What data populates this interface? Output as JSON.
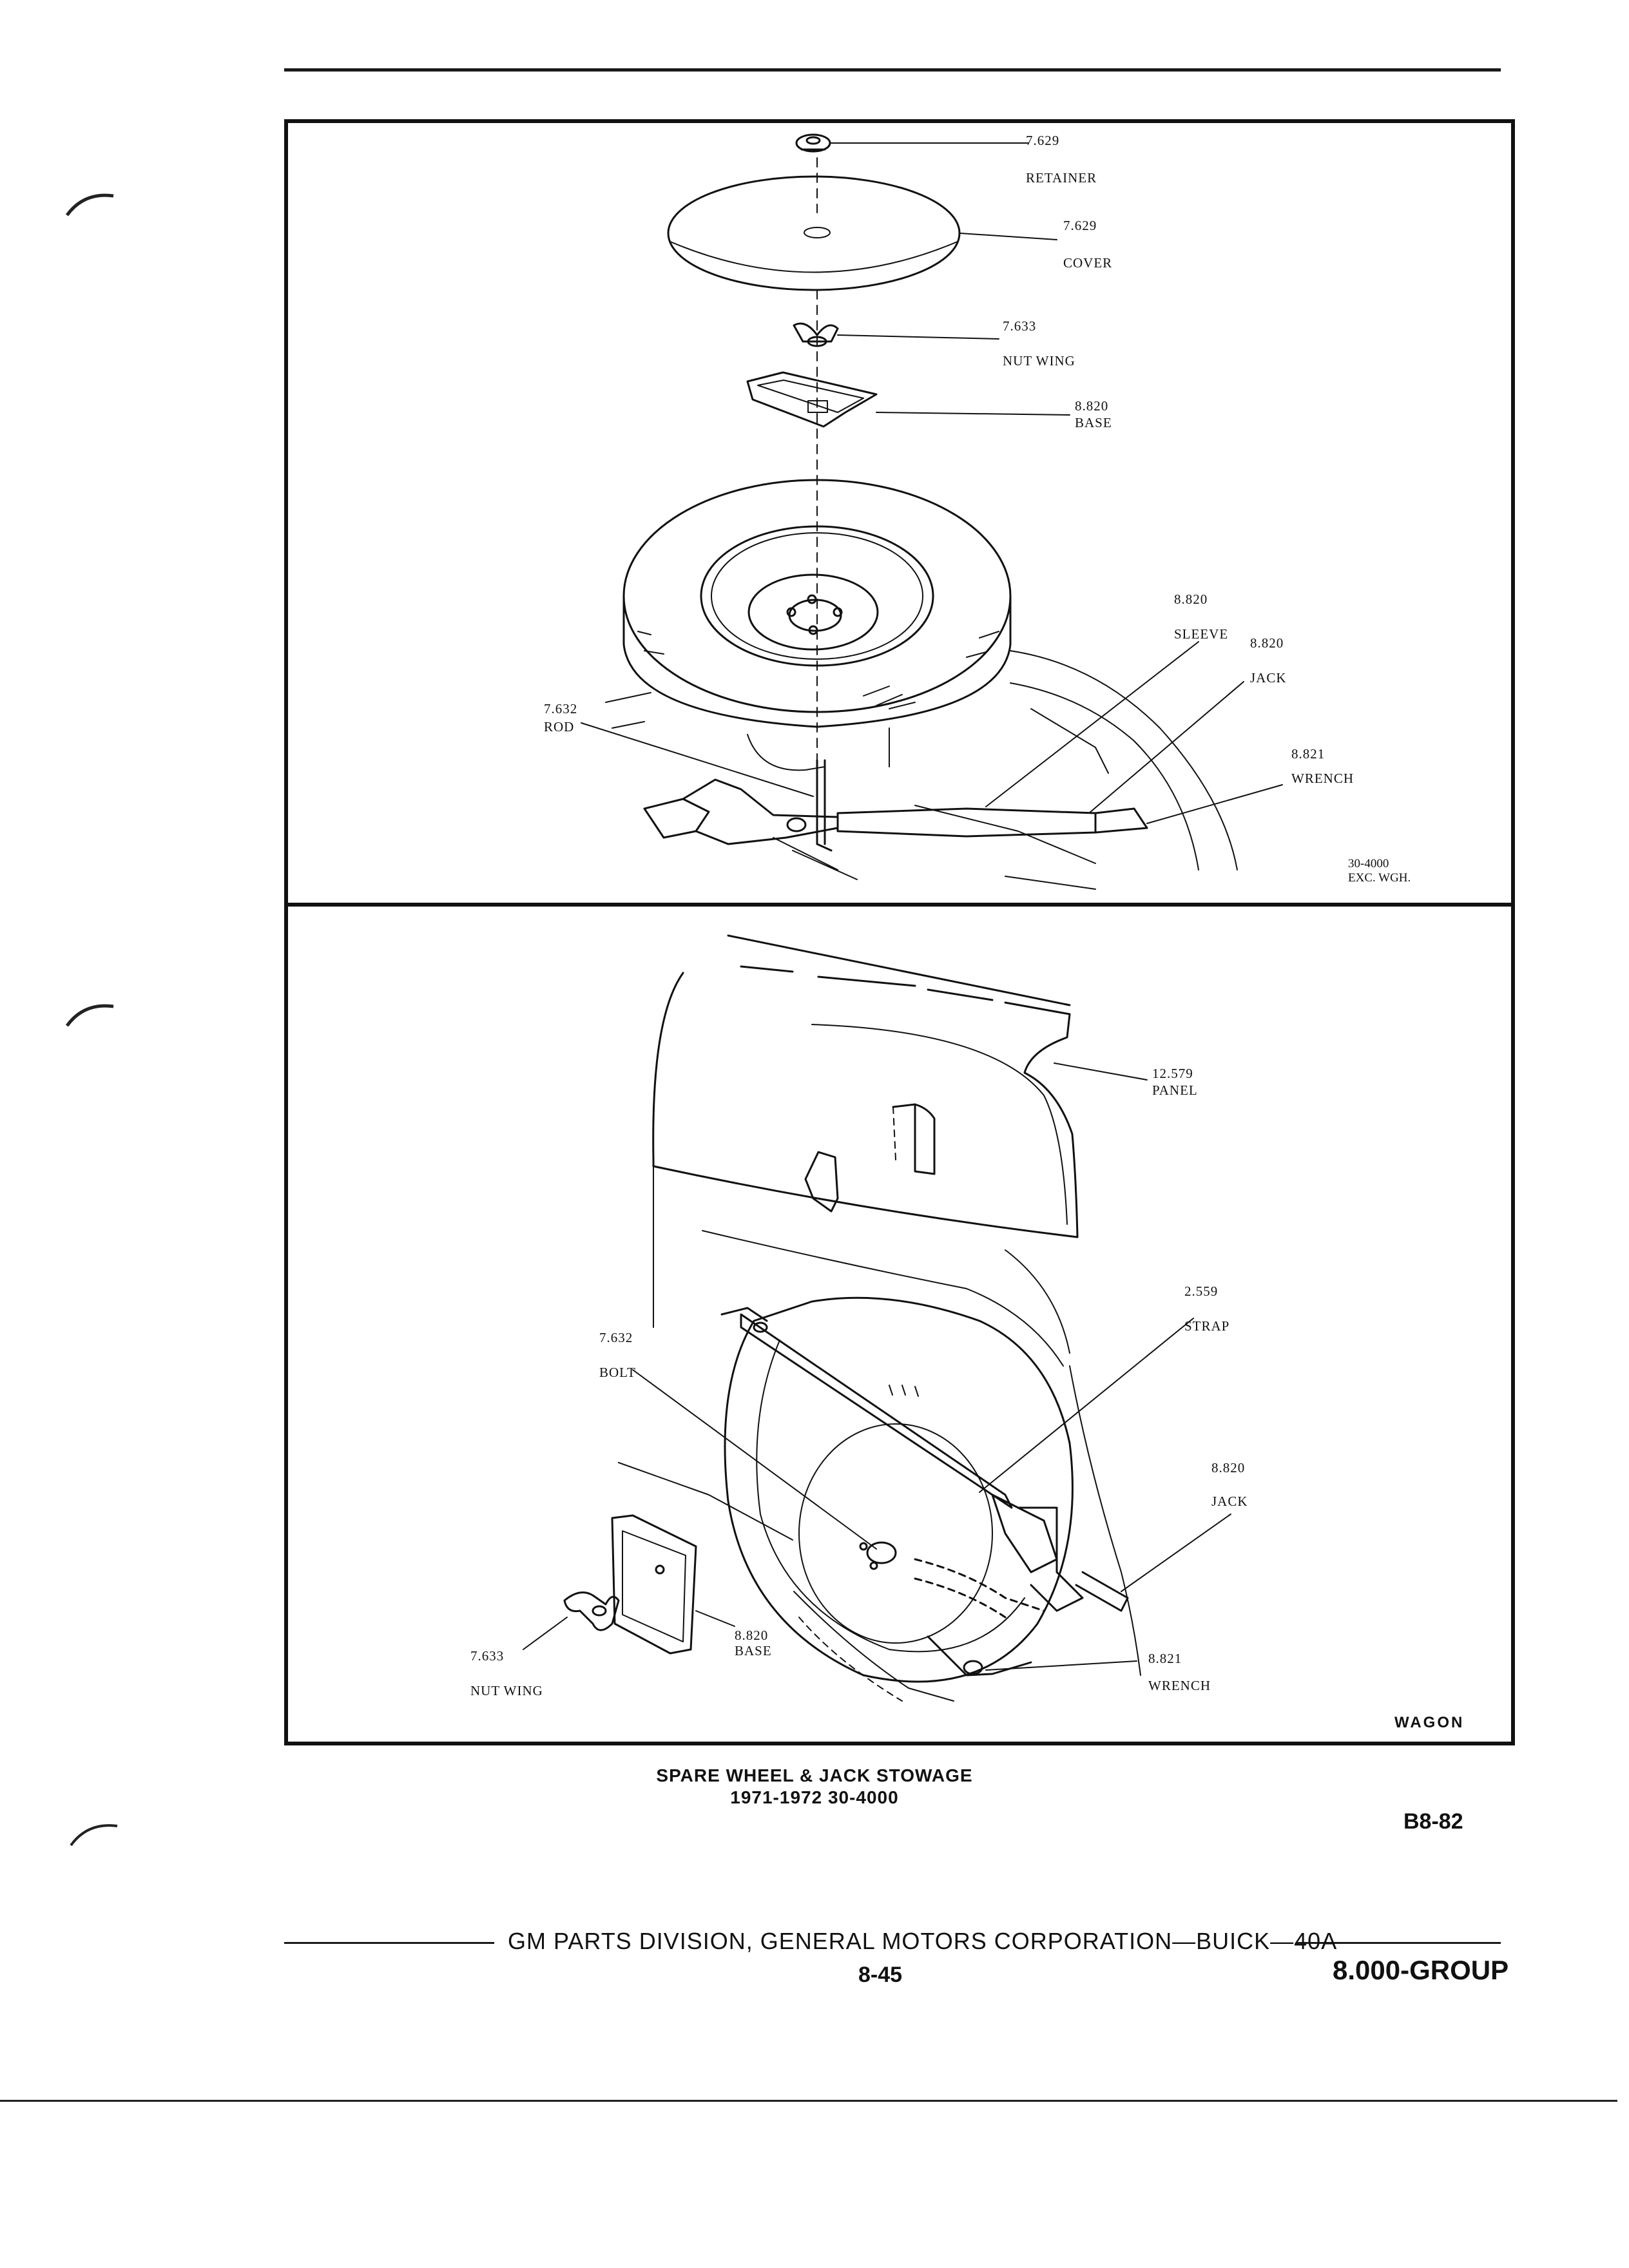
{
  "upper_diagram": {
    "callouts": {
      "retainer": {
        "number": "7.629",
        "name": "RETAINER"
      },
      "cover": {
        "number": "7.629",
        "name": "COVER"
      },
      "nut_wing": {
        "number": "7.633",
        "name": "NUT WING"
      },
      "base": {
        "number": "8.820",
        "name": "BASE"
      },
      "sleeve": {
        "number": "8.820",
        "name": "SLEEVE"
      },
      "jack": {
        "number": "8.820",
        "name": "JACK"
      },
      "wrench": {
        "number": "8.821",
        "name": "WRENCH"
      },
      "rod": {
        "number": "7.632",
        "name": "ROD"
      }
    },
    "model_note": {
      "line1": "30-4000",
      "line2": "EXC. WGH."
    }
  },
  "lower_diagram": {
    "callouts": {
      "panel": {
        "number": "12.579",
        "name": "PANEL"
      },
      "strap": {
        "number": "2.559",
        "name": "STRAP"
      },
      "bolt": {
        "number": "7.632",
        "name": "BOLT"
      },
      "jack": {
        "number": "8.820",
        "name": "JACK"
      },
      "base": {
        "number": "8.820",
        "name": "BASE"
      },
      "nut_wing": {
        "number": "7.633",
        "name": "NUT WING"
      },
      "wrench": {
        "number": "8.821",
        "name": "WRENCH"
      }
    },
    "variant_label": "WAGON"
  },
  "caption": {
    "title": "SPARE WHEEL & JACK STOWAGE",
    "subtitle": "1971-1972 30-4000"
  },
  "page_code": "B8-82",
  "footer": {
    "publisher": "GM PARTS DIVISION, GENERAL MOTORS CORPORATION—BUICK—40A",
    "page_number": "8-45",
    "group": "8.000-GROUP"
  },
  "colors": {
    "ink": "#111111",
    "paper": "#ffffff"
  }
}
